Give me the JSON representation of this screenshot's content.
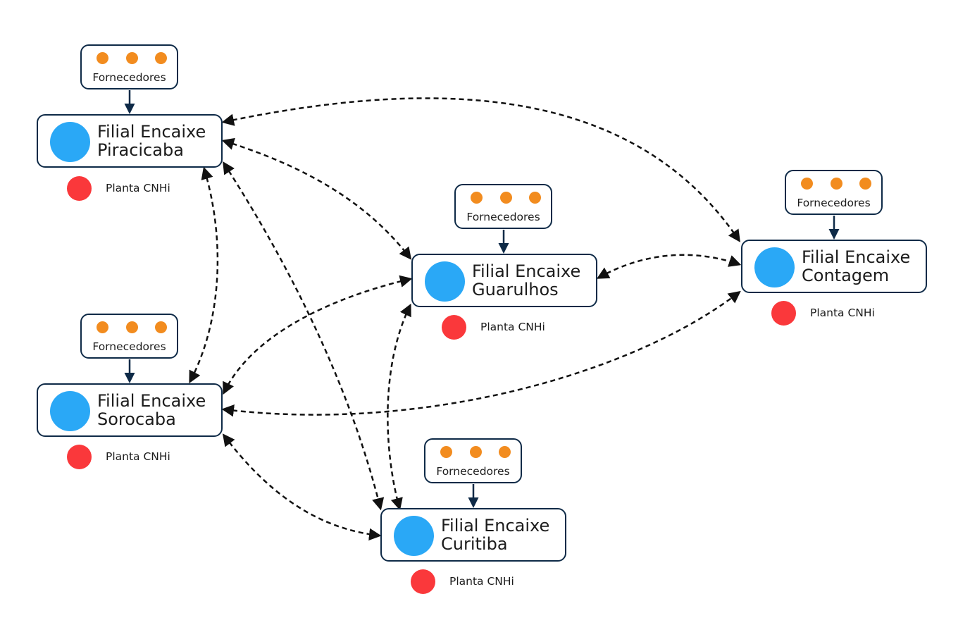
{
  "colors": {
    "border": "#0e2a47",
    "branch_circle": "#2aa8f6",
    "supplier_dot": "#f28c1f",
    "plant_dot": "#fa383b",
    "edge": "#111111"
  },
  "supplier_label": "Fornecedores",
  "plant_label": "Planta CNHi",
  "branches": [
    {
      "id": "piracicaba",
      "line1": "Filial Encaixe",
      "line2": "Piracicaba"
    },
    {
      "id": "guarulhos",
      "line1": "Filial Encaixe",
      "line2": "Guarulhos"
    },
    {
      "id": "contagem",
      "line1": "Filial Encaixe",
      "line2": "Contagem"
    },
    {
      "id": "sorocaba",
      "line1": "Filial Encaixe",
      "line2": "Sorocaba"
    },
    {
      "id": "curitiba",
      "line1": "Filial Encaixe",
      "line2": "Curitiba"
    }
  ],
  "connections": [
    [
      "piracicaba",
      "contagem"
    ],
    [
      "piracicaba",
      "guarulhos"
    ],
    [
      "piracicaba",
      "sorocaba"
    ],
    [
      "piracicaba",
      "curitiba"
    ],
    [
      "guarulhos",
      "contagem"
    ],
    [
      "guarulhos",
      "sorocaba"
    ],
    [
      "guarulhos",
      "curitiba"
    ],
    [
      "sorocaba",
      "contagem"
    ],
    [
      "sorocaba",
      "curitiba"
    ]
  ]
}
